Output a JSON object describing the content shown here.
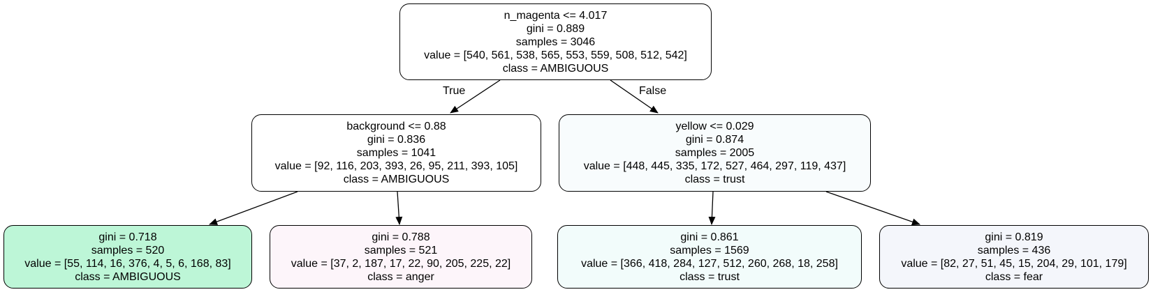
{
  "nodes": {
    "root": {
      "split": "n_magenta <= 4.017",
      "gini": "gini = 0.889",
      "samples": "samples = 3046",
      "value": "value = [540, 561, 538, 565, 553, 559, 508, 512, 542]",
      "class": "class = AMBIGUOUS",
      "fill": "#ffffff"
    },
    "left": {
      "split": "background <= 0.88",
      "gini": "gini = 0.836",
      "samples": "samples = 1041",
      "value": "value = [92, 116, 203, 393, 26, 95, 211, 393, 105]",
      "class": "class = AMBIGUOUS",
      "fill": "#ffffff"
    },
    "right": {
      "split": "yellow <= 0.029",
      "gini": "gini = 0.874",
      "samples": "samples = 2005",
      "value": "value = [448, 445, 335, 172, 527, 464, 297, 119, 437]",
      "class": "class = trust",
      "fill": "#f8fcfd"
    },
    "leaf1": {
      "gini": "gini = 0.718",
      "samples": "samples = 520",
      "value": "value = [55, 114, 16, 376, 4, 5, 6, 168, 83]",
      "class": "class = AMBIGUOUS",
      "fill": "#bdf6d7"
    },
    "leaf2": {
      "gini": "gini = 0.788",
      "samples": "samples = 521",
      "value": "value = [37, 2, 187, 17, 22, 90, 205, 225, 22]",
      "class": "class = anger",
      "fill": "#fdf5fa"
    },
    "leaf3": {
      "gini": "gini = 0.861",
      "samples": "samples = 1569",
      "value": "value = [366, 418, 284, 127, 512, 260, 268, 18, 258]",
      "class": "class = trust",
      "fill": "#f2fcfb"
    },
    "leaf4": {
      "gini": "gini = 0.819",
      "samples": "samples = 436",
      "value": "value = [82, 27, 51, 45, 15, 204, 29, 101, 179]",
      "class": "class = fear",
      "fill": "#f4f6fb"
    }
  },
  "edge_labels": {
    "true_label": "True",
    "false_label": "False"
  }
}
